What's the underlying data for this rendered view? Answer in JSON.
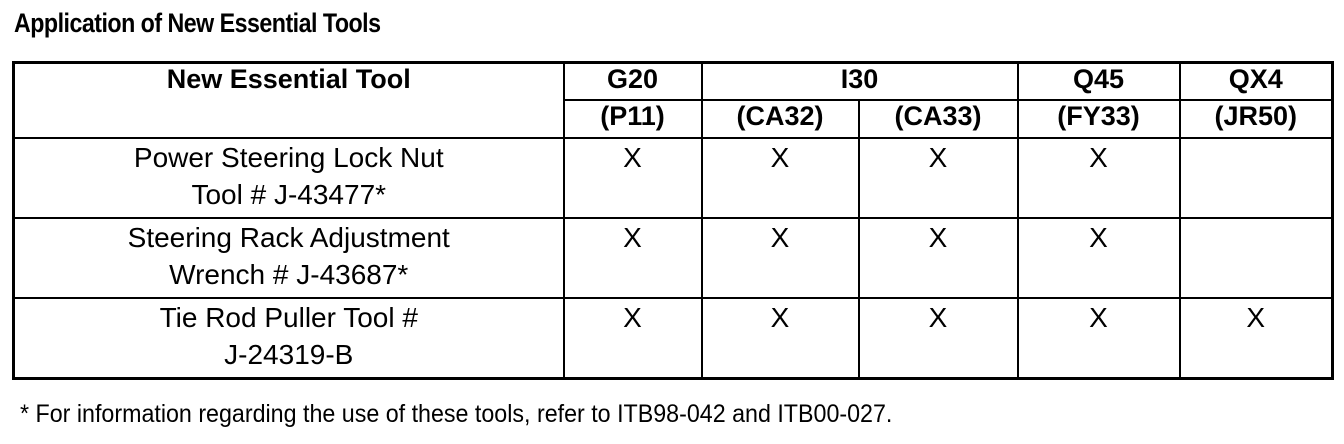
{
  "title": "Application of New Essential Tools",
  "table": {
    "tool_header": "New Essential Tool",
    "g20": {
      "model": "G20",
      "code": "(P11)"
    },
    "i30": {
      "model": "I30",
      "codes": [
        "(CA32)",
        "(CA33)"
      ]
    },
    "q45": {
      "model": "Q45",
      "code": "(FY33)"
    },
    "qx4": {
      "model": "QX4",
      "code": "(JR50)"
    },
    "rows": [
      {
        "tool_line1": "Power Steering Lock Nut",
        "tool_line2": "Tool # J-43477*",
        "marks": [
          "X",
          "X",
          "X",
          "X",
          ""
        ]
      },
      {
        "tool_line1": "Steering Rack Adjustment",
        "tool_line2": "Wrench # J-43687*",
        "marks": [
          "X",
          "X",
          "X",
          "X",
          ""
        ]
      },
      {
        "tool_line1": "Tie Rod Puller Tool #",
        "tool_line2": "J-24319-B",
        "marks": [
          "X",
          "X",
          "X",
          "X",
          "X"
        ]
      }
    ]
  },
  "footnote": "* For information regarding the use of these tools, refer to ITB98-042 and ITB00-027."
}
